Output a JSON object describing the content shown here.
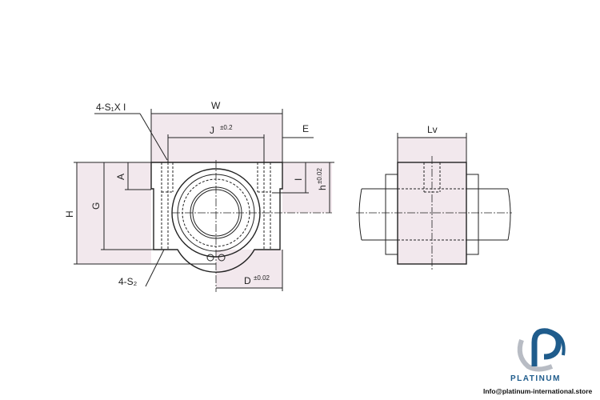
{
  "labels": {
    "W": "W",
    "J": "J",
    "J_tol": "±0.2",
    "E": "E",
    "S1": "4-S₁X I",
    "S2": "4-S₂",
    "A": "A",
    "G": "G",
    "H": "H",
    "I": "I",
    "h": "h",
    "h_tol": "±0.02",
    "D": "D",
    "D_tol": "±0.02",
    "Lv": "Lv"
  },
  "logo": {
    "name": "PLATINUM",
    "email": "Info@platinum-international.store"
  },
  "colors": {
    "highlight": "#f2e8ed",
    "brand": "#1f5c8c"
  }
}
